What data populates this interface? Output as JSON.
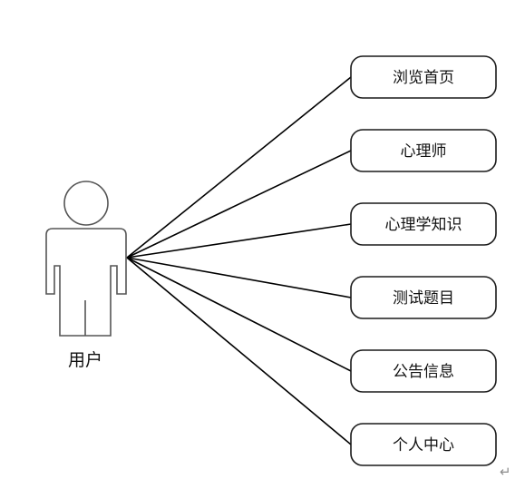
{
  "diagram": {
    "actor": {
      "label": "用户",
      "icon": "person-icon"
    },
    "use_cases": [
      {
        "label": "浏览首页"
      },
      {
        "label": "心理师"
      },
      {
        "label": "心理学知识"
      },
      {
        "label": "测试题目"
      },
      {
        "label": "公告信息"
      },
      {
        "label": "个人中心"
      }
    ],
    "colors": {
      "line": "#000000",
      "box_stroke": "#1a1a1a",
      "actor_stroke": "#555555",
      "background": "#ffffff"
    }
  },
  "page": {
    "paragraph_mark": "↵"
  }
}
